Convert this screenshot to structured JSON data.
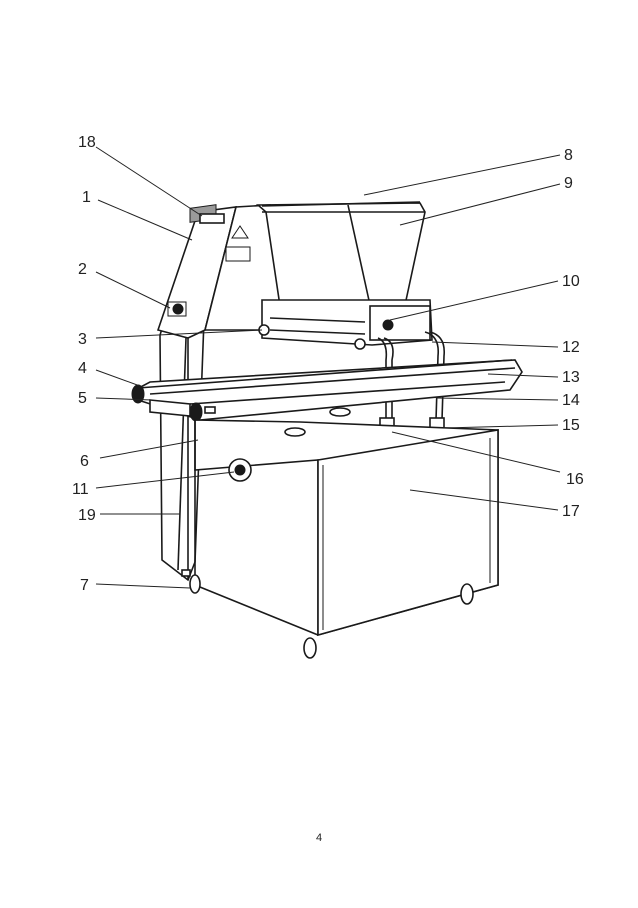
{
  "figure": {
    "callouts": [
      {
        "id": "18",
        "label": "18"
      },
      {
        "id": "1",
        "label": "1"
      },
      {
        "id": "2",
        "label": "2"
      },
      {
        "id": "3",
        "label": "3"
      },
      {
        "id": "4",
        "label": "4"
      },
      {
        "id": "5",
        "label": "5"
      },
      {
        "id": "6",
        "label": "6"
      },
      {
        "id": "11",
        "label": "11"
      },
      {
        "id": "19",
        "label": "19"
      },
      {
        "id": "7",
        "label": "7"
      },
      {
        "id": "8",
        "label": "8"
      },
      {
        "id": "9",
        "label": "9"
      },
      {
        "id": "10",
        "label": "10"
      },
      {
        "id": "12",
        "label": "12"
      },
      {
        "id": "13",
        "label": "13"
      },
      {
        "id": "14",
        "label": "14"
      },
      {
        "id": "15",
        "label": "15"
      },
      {
        "id": "16",
        "label": "16"
      },
      {
        "id": "17",
        "label": "17"
      }
    ]
  },
  "page_number": "4"
}
